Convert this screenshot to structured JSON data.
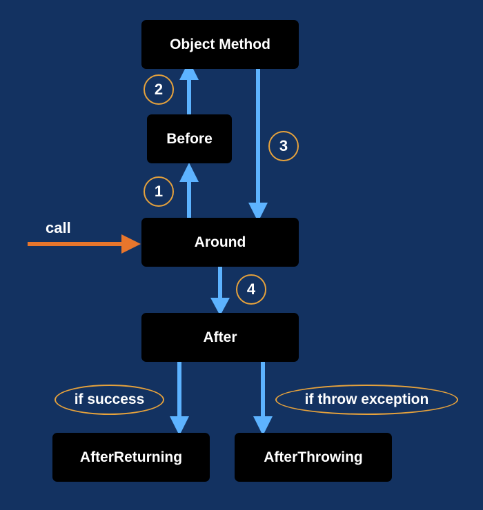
{
  "nodes": {
    "object_method": "Object Method",
    "before": "Before",
    "around": "Around",
    "after": "After",
    "after_returning": "AfterReturning",
    "after_throwing": "AfterThrowing"
  },
  "steps": [
    "1",
    "2",
    "3",
    "4"
  ],
  "conditions": {
    "success": "if success",
    "exception": "if throw exception"
  },
  "entry_label": "call",
  "colors": {
    "background": "#133261",
    "node": "#000000",
    "flow_arrow": "#5db3ff",
    "entry_arrow": "#e8762c",
    "outline": "#e6a23c"
  }
}
